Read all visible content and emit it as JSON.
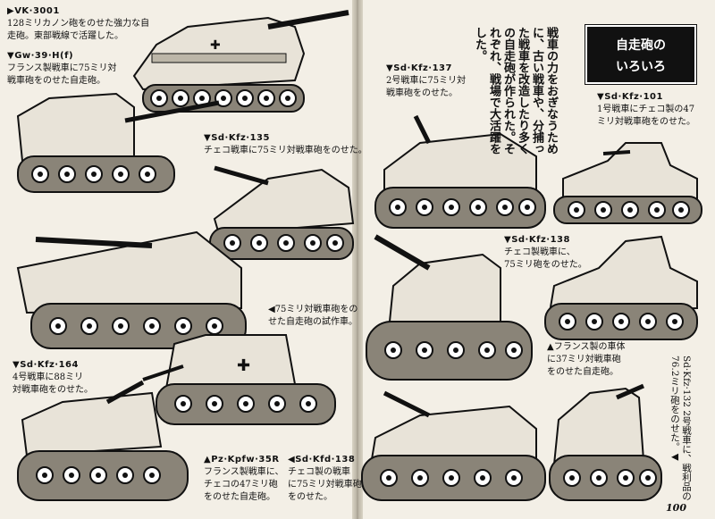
{
  "page_title_line1": "自走砲の",
  "page_title_line2": "いろいろ",
  "intro_text": "戦車の力をおぎなうために、古い戦車や、分捕った戦車を改造したり多くの自走砲が作られた。それぞれ、戦場で大活躍をした。",
  "page_number": "100",
  "captions": {
    "vk3001": {
      "title": "▶VK·3001",
      "body": [
        "128ミリカノン砲をのせた強力な自",
        "走砲。東部戦線で活躍した。"
      ]
    },
    "gw39h": {
      "title": "▼Gw·39·H(f)",
      "body": [
        "フランス製戦車に75ミリ対",
        "戦車砲をのせた自走砲。"
      ]
    },
    "sdkfz135": {
      "title": "▼Sd·Kfz·135",
      "body": [
        "チェコ戦車に75ミリ対戦車砲をのせた。"
      ]
    },
    "prototype75": {
      "title": "",
      "body": [
        "◀75ミリ対戦車砲をの",
        "せた自走砲の試作車。"
      ]
    },
    "sdkfz164": {
      "title": "▼Sd·Kfz·164",
      "body": [
        "4号戦車に88ミリ",
        "対戦車砲をのせた。"
      ]
    },
    "pzkpfw35r": {
      "title": "▲Pz·Kpfw·35R",
      "body": [
        "フランス製戦車に、",
        "チェコの47ミリ砲",
        "をのせた自走砲。"
      ]
    },
    "sdkfd138": {
      "title": "◀Sd·Kfd·138",
      "body": [
        "チェコ製の戦車",
        "に75ミリ対戦車砲",
        "をのせた。"
      ]
    },
    "sdkfz137": {
      "title": "▼Sd·Kfz·137",
      "body": [
        "2号戦車に75ミリ対",
        "戦車砲をのせた。"
      ]
    },
    "sdkfz101": {
      "title": "▼Sd·Kfz·101",
      "body": [
        "1号戦車にチェコ製の47",
        "ミリ対戦車砲をのせた。"
      ]
    },
    "sdkfz138": {
      "title": "▼Sd·Kfz·138",
      "body": [
        "チェコ製戦車に、",
        "75ミリ砲をのせた。"
      ]
    },
    "french_chassis": {
      "title": "",
      "body": [
        "▲フランス製の車体",
        "に37ミリ対戦車砲",
        "をのせた自走砲。"
      ]
    }
  },
  "sdkfz132_vertical": "Sd·Kfz·132 2号戦車に、戦利品の76.2ミリ砲をのせた。◀"
}
